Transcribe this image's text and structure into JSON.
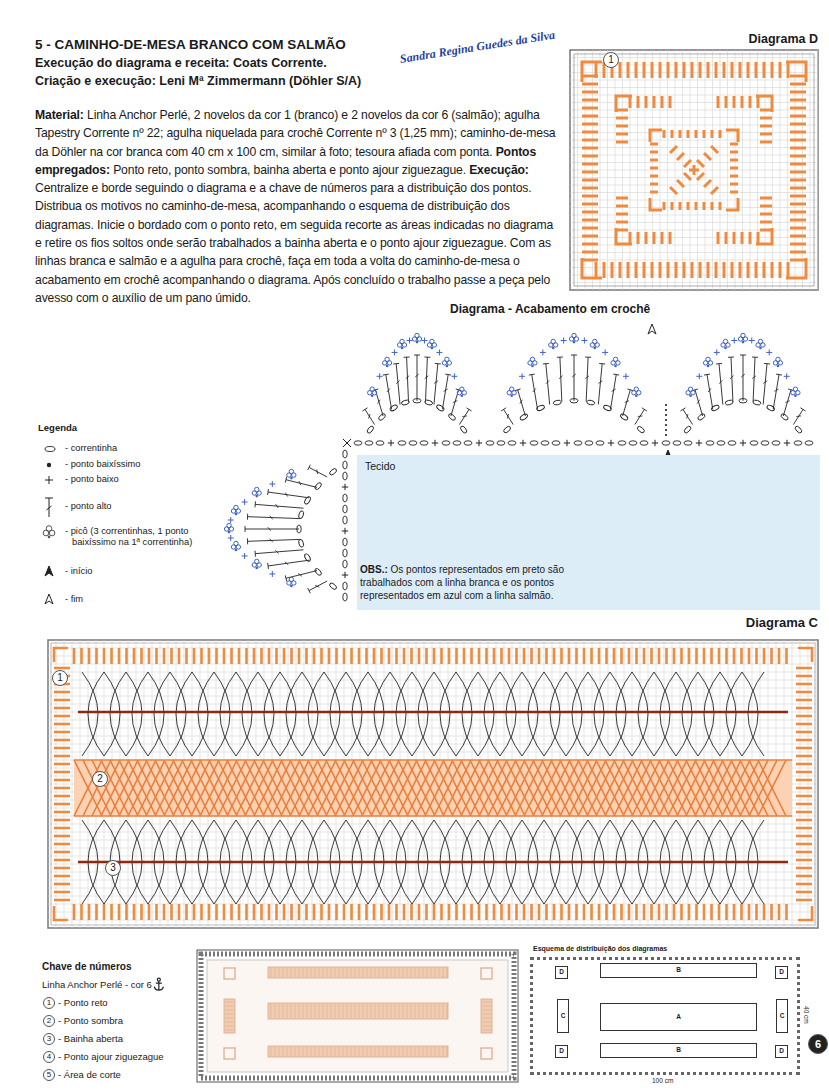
{
  "diagram": {
    "title": "5 - CAMINHO-DE-MESA BRANCO COM SALMÃO",
    "nodes": [
      {
        "text": [
          "Diagrama D"
        ]
      },
      {
        "text": [
          "1"
        ],
        "in": 0
      },
      {
        "text": [
          "Tecido",
          "OBS.:",
          "Os pontos representados em preto são trabalhados com a linha branca e os pontos representados em azul com a linha salmão."
        ]
      },
      {
        "text": [
          "Diagrama C"
        ]
      },
      {
        "text": [
          "1"
        ],
        "in": 3
      },
      {
        "text": [
          "2"
        ],
        "in": 3
      },
      {
        "text": [
          "3"
        ],
        "in": 3
      },
      {
        "text": [
          "1"
        ]
      },
      {
        "text": [
          "2"
        ]
      },
      {
        "text": [
          "3"
        ]
      },
      {
        "text": [
          "4"
        ]
      },
      {
        "text": [
          "5"
        ]
      },
      {
        "text": [
          "Esquema de distribuição dos diagramas"
        ]
      },
      {
        "text": [
          "D"
        ],
        "in": 12
      },
      {
        "text": [
          "B"
        ],
        "in": 12
      },
      {
        "text": [
          "D"
        ],
        "in": 12
      },
      {
        "text": [
          "C"
        ],
        "in": 12
      },
      {
        "text": [
          "A"
        ],
        "in": 12
      },
      {
        "text": [
          "C"
        ],
        "in": 12
      },
      {
        "text": [
          "D"
        ],
        "in": 12
      },
      {
        "text": [
          "B"
        ],
        "in": 12
      },
      {
        "text": [
          "D"
        ],
        "in": 12
      },
      {
        "text": [
          "6"
        ]
      }
    ],
    "labels": [
      "Execução do diagrama e receita: Coats Corrente.",
      "Criação e execução: Leni Mª Zimmermann (Döhler S/A)",
      "Sandra Regina Guedes da Silva",
      "Material:",
      "Linha Anchor Perlé, 2 novelos da cor 1 (branco) e 2 novelos da cor 6 (salmão); agulha Tapestry Corrente nº 22; agulha niquelada para crochê Corrente nº 3 (1,25 mm); caminho-de-mesa da Döhler na cor branca com 40 cm x 100 cm, similar à foto; tesoura afiada com ponta.",
      "Pontos empregados:",
      "Ponto reto, ponto sombra, bainha aberta e ponto ajour ziguezague.",
      "Execução:",
      "Centralize e borde seguindo o diagrama e a chave de números para a distribuição dos pontos. Distribua os motivos no caminho-de-mesa, acompanhando o esquema de distribuição dos diagramas. Inicie o bordado com o ponto reto, em seguida recorte as áreas indicadas no diagrama e retire os fios soltos onde serão trabalhados a bainha aberta e o ponto ajour ziguezague. Com as linhas branca e salmão e a agulha para crochê, faça em toda a volta do caminho-de-mesa o acabamento em crochê acompanhando o diagrama. Após concluído o trabalho passe a peça pelo avesso com o auxílio de um pano úmido.",
      "Diagrama - Acabamento em crochê",
      "Legenda",
      "Chave de números",
      "Linha Anchor Perlé - cor 6",
      "- Ponto reto",
      "- Ponto sombra",
      "- Bainha aberta",
      "- Ponto ajour ziguezague",
      "- Área de corte",
      "100 cm",
      "40 cm"
    ],
    "legend": [
      {
        "text": "- correntinha"
      },
      {
        "text": "- ponto baixíssimo"
      },
      {
        "text": "- ponto baixo"
      },
      {
        "text": "- ponto alto"
      },
      {
        "text": "- picô (3 correntinhas, 1 ponto baixíssimo na 1ª correntinha)"
      },
      {
        "text": "- início"
      },
      {
        "text": "- fim"
      }
    ]
  }
}
